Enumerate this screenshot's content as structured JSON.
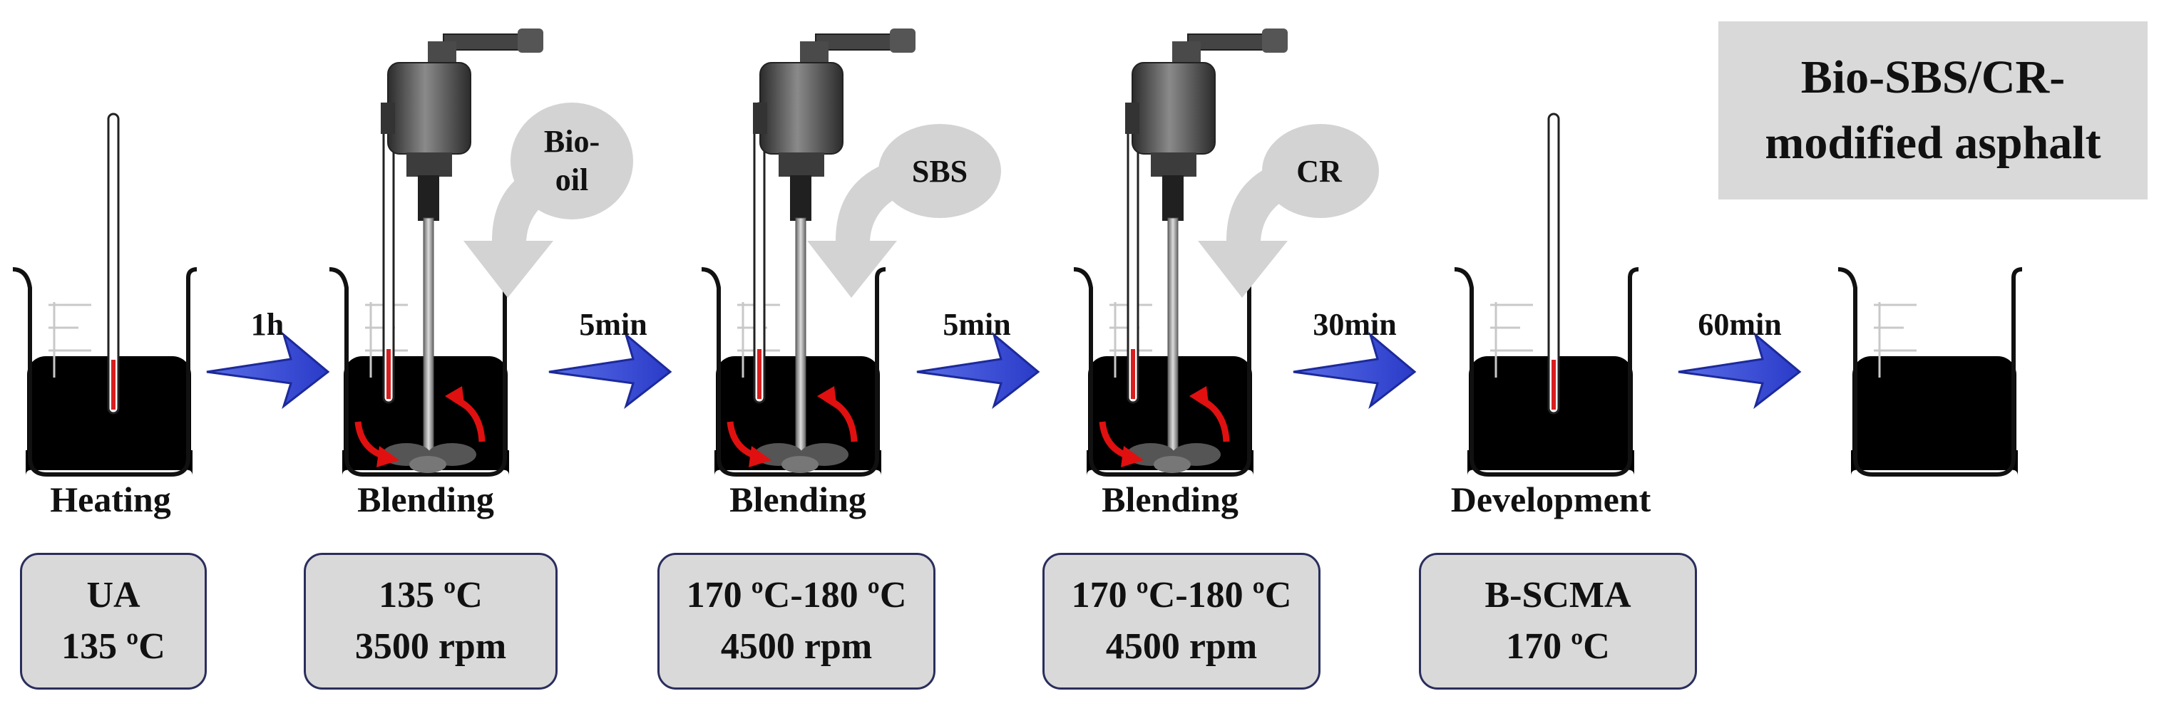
{
  "title": {
    "line1": "Bio-SBS/CR-",
    "line2": "modified asphalt"
  },
  "steps": [
    {
      "label": "Heating",
      "cond1": "UA",
      "cond2": "135 ºC"
    },
    {
      "label": "Blending",
      "cond1": "135 ºC",
      "cond2": "3500 rpm",
      "additive": [
        "Bio-",
        "oil"
      ]
    },
    {
      "label": "Blending",
      "cond1": "170 ºC-180 ºC",
      "cond2": "4500 rpm",
      "additive": [
        "SBS"
      ]
    },
    {
      "label": "Blending",
      "cond1": "170 ºC-180 ºC",
      "cond2": "4500 rpm",
      "additive": [
        "CR"
      ]
    },
    {
      "label": "Development",
      "cond1": "B-SCMA",
      "cond2": "170 ºC"
    }
  ],
  "arrows": [
    "1h",
    "5min",
    "5min",
    "30min",
    "60min"
  ],
  "colors": {
    "liquid": "#000000",
    "arrow": "#3344cc",
    "stir_arrow": "#e01010",
    "box_fill": "#d9d9d9",
    "box_border": "#2a2e5c",
    "bubble": "#d9d9d9"
  }
}
